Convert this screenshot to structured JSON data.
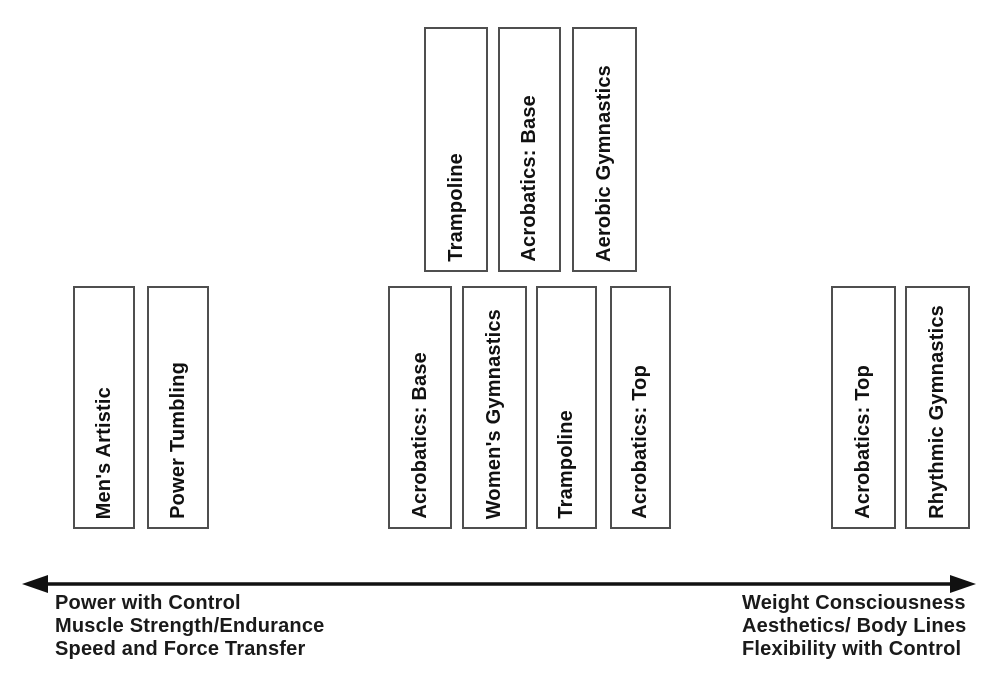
{
  "boxes": {
    "top": [
      "Trampoline",
      "Acrobatics: Base",
      "Aerobic Gymnastics"
    ],
    "left": [
      "Men's Artistic",
      "Power Tumbling"
    ],
    "center": [
      "Acrobatics: Base",
      "Women's Gymnastics",
      "Trampoline",
      "Acrobatics: Top"
    ],
    "right": [
      "Acrobatics: Top",
      "Rhythmic Gymnastics"
    ]
  },
  "axis": {
    "left_text": [
      "Power with Control",
      "Muscle Strength/Endurance",
      "Speed and Force Transfer"
    ],
    "right_text": [
      "Weight Consciousness",
      "Aesthetics/ Body Lines",
      "Flexibility with Control"
    ]
  },
  "colors": {
    "background": "#ffffff",
    "box_border": "#4f4f4f",
    "text": "#111111",
    "arrow": "#111111"
  }
}
